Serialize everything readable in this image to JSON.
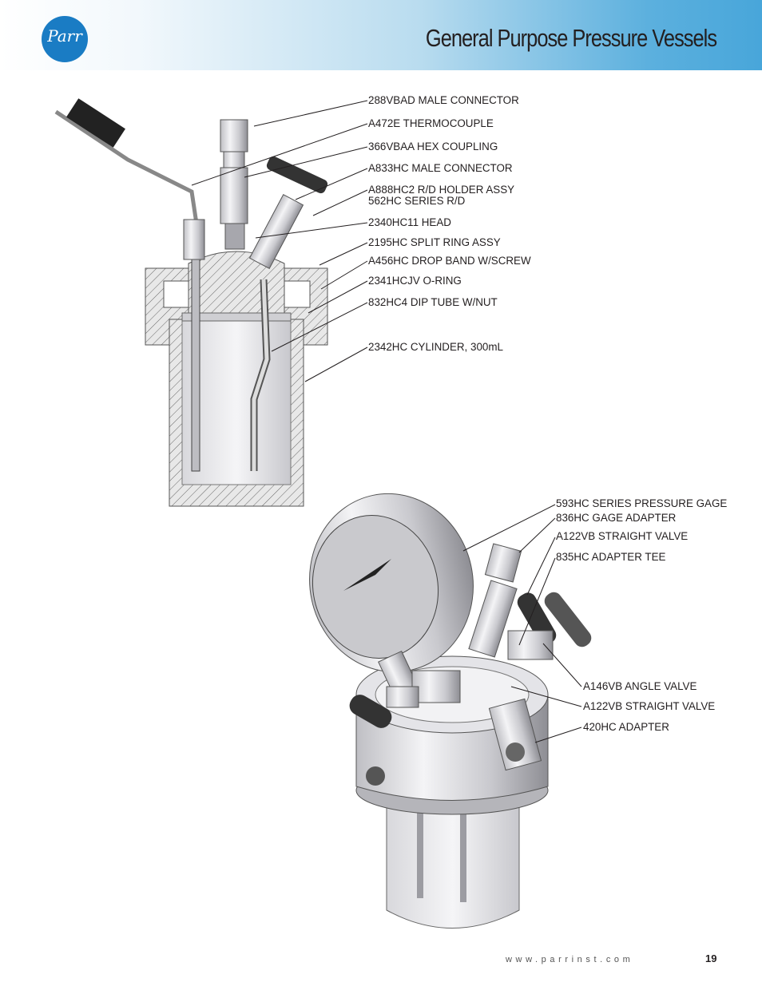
{
  "header": {
    "logo_text": "Parr",
    "title": "General Purpose Pressure Vessels"
  },
  "top_callouts": [
    "288VBAD MALE CONNECTOR",
    "A472E THERMOCOUPLE",
    "366VBAA HEX COUPLING",
    "A833HC MALE CONNECTOR",
    "A888HC2 R/D HOLDER ASSY",
    "562HC SERIES R/D",
    "2340HC11 HEAD",
    "2195HC SPLIT RING ASSY",
    "A456HC DROP BAND W/SCREW",
    "2341HCJV O-RING",
    "832HC4 DIP TUBE W/NUT",
    "2342HC CYLINDER, 300mL"
  ],
  "bottom_callouts": [
    "593HC SERIES PRESSURE GAGE",
    "836HC GAGE ADAPTER",
    "A122VB STRAIGHT VALVE",
    "835HC ADAPTER TEE",
    "A146VB ANGLE VALVE",
    "A122VB STRAIGHT VALVE",
    "420HC ADAPTER"
  ],
  "footer": {
    "url": "www.parrinst.com",
    "page_number": "19"
  }
}
